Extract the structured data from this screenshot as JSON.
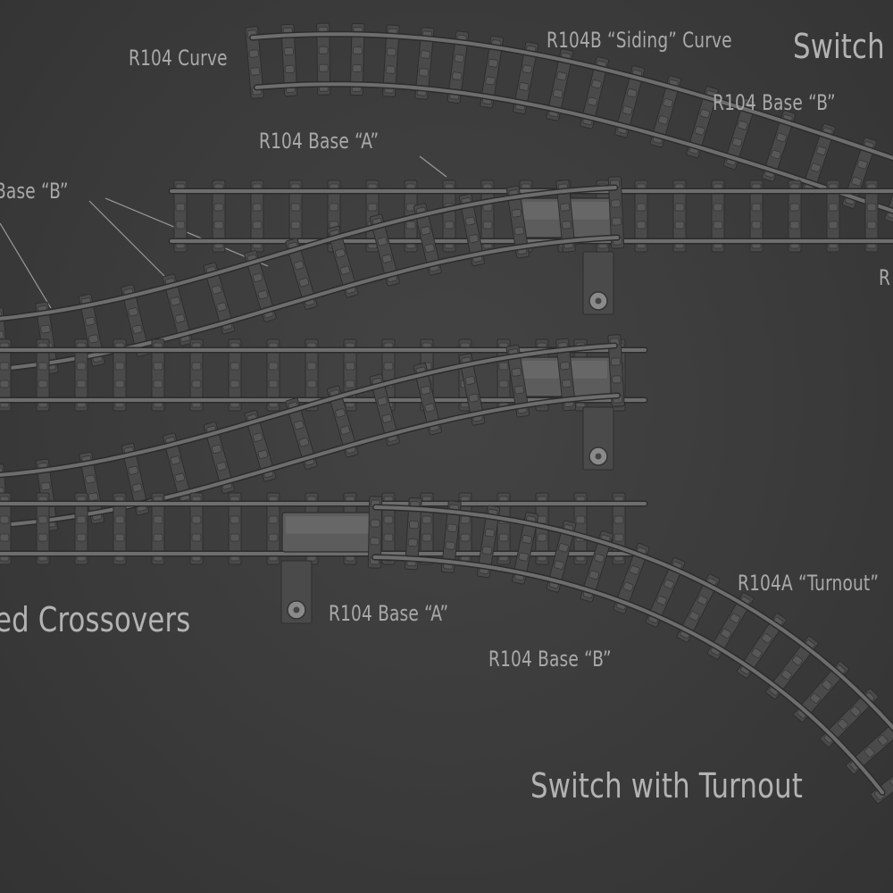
{
  "colors": {
    "background": "#3b3b3b",
    "label": "#a9a9a9",
    "rail": "#6d6d6d",
    "sleeper": "#4a4a4a",
    "plate": "#575757",
    "switch_housing": "#5c5c5c"
  },
  "labels": {
    "r104_curve": "R104 Curve",
    "r104b_siding_curve": "R104B “Siding” Curve",
    "switch_title_top": "Switch",
    "r104_base_b_top": "R104 Base “B”",
    "r104_base_a_top": "R104 Base “A”",
    "base_b_left": "Base “B”",
    "r_right_cut": "R",
    "crossovers_title": "ed Crossovers",
    "r104_base_a_bottom": "R104 Base “A”",
    "r104_base_b_bottom": "R104 Base “B”",
    "r104a_turnout": "R104A “Turnout”",
    "switch_with_turnout": "Switch with Turnout"
  }
}
